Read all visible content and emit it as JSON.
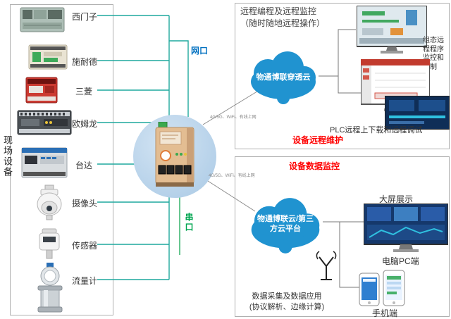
{
  "left_panel": {
    "side_label": "现场设备",
    "devices": [
      {
        "label": "西门子"
      },
      {
        "label": "施耐德"
      },
      {
        "label": "三菱"
      },
      {
        "label": "欧姆龙"
      },
      {
        "label": "台达"
      },
      {
        "label": "摄像头"
      },
      {
        "label": "传感器"
      },
      {
        "label": "流量计"
      }
    ]
  },
  "gateway": {
    "port_top_label": "网口",
    "port_bottom_label": "串口"
  },
  "links": {
    "top_link_label": "4G/5G、WiFi、有线上网",
    "bottom_link_label": "4G/5G、WiFi、有线上网"
  },
  "remote_section": {
    "title_line1": "远程编程及远程监控",
    "title_line2": "（随时随地远程操作）",
    "cloud_label": "物通博联穿透云",
    "scada_label": "组态远程程序监控和控制",
    "plc_label": "PLC远程上下载和远程调试",
    "tag": "设备远程维护"
  },
  "data_section": {
    "tag": "设备数据监控",
    "cloud_label_line1": "物通博联云/第三",
    "cloud_label_line2": "方云平台",
    "big_screen_label": "大屏展示",
    "pc_label": "电脑PC端",
    "phone_label": "手机端",
    "footer_line1": "数据采集及数据应用",
    "footer_line2": "(协议解析、边缘计算)"
  },
  "colors": {
    "line_teal": "#1fa99d",
    "serial_green": "#27ae60",
    "cloud_blue": "#2093d0",
    "alert_red": "#ff0000",
    "port_blue": "#0070c0",
    "port_green": "#00a651"
  }
}
